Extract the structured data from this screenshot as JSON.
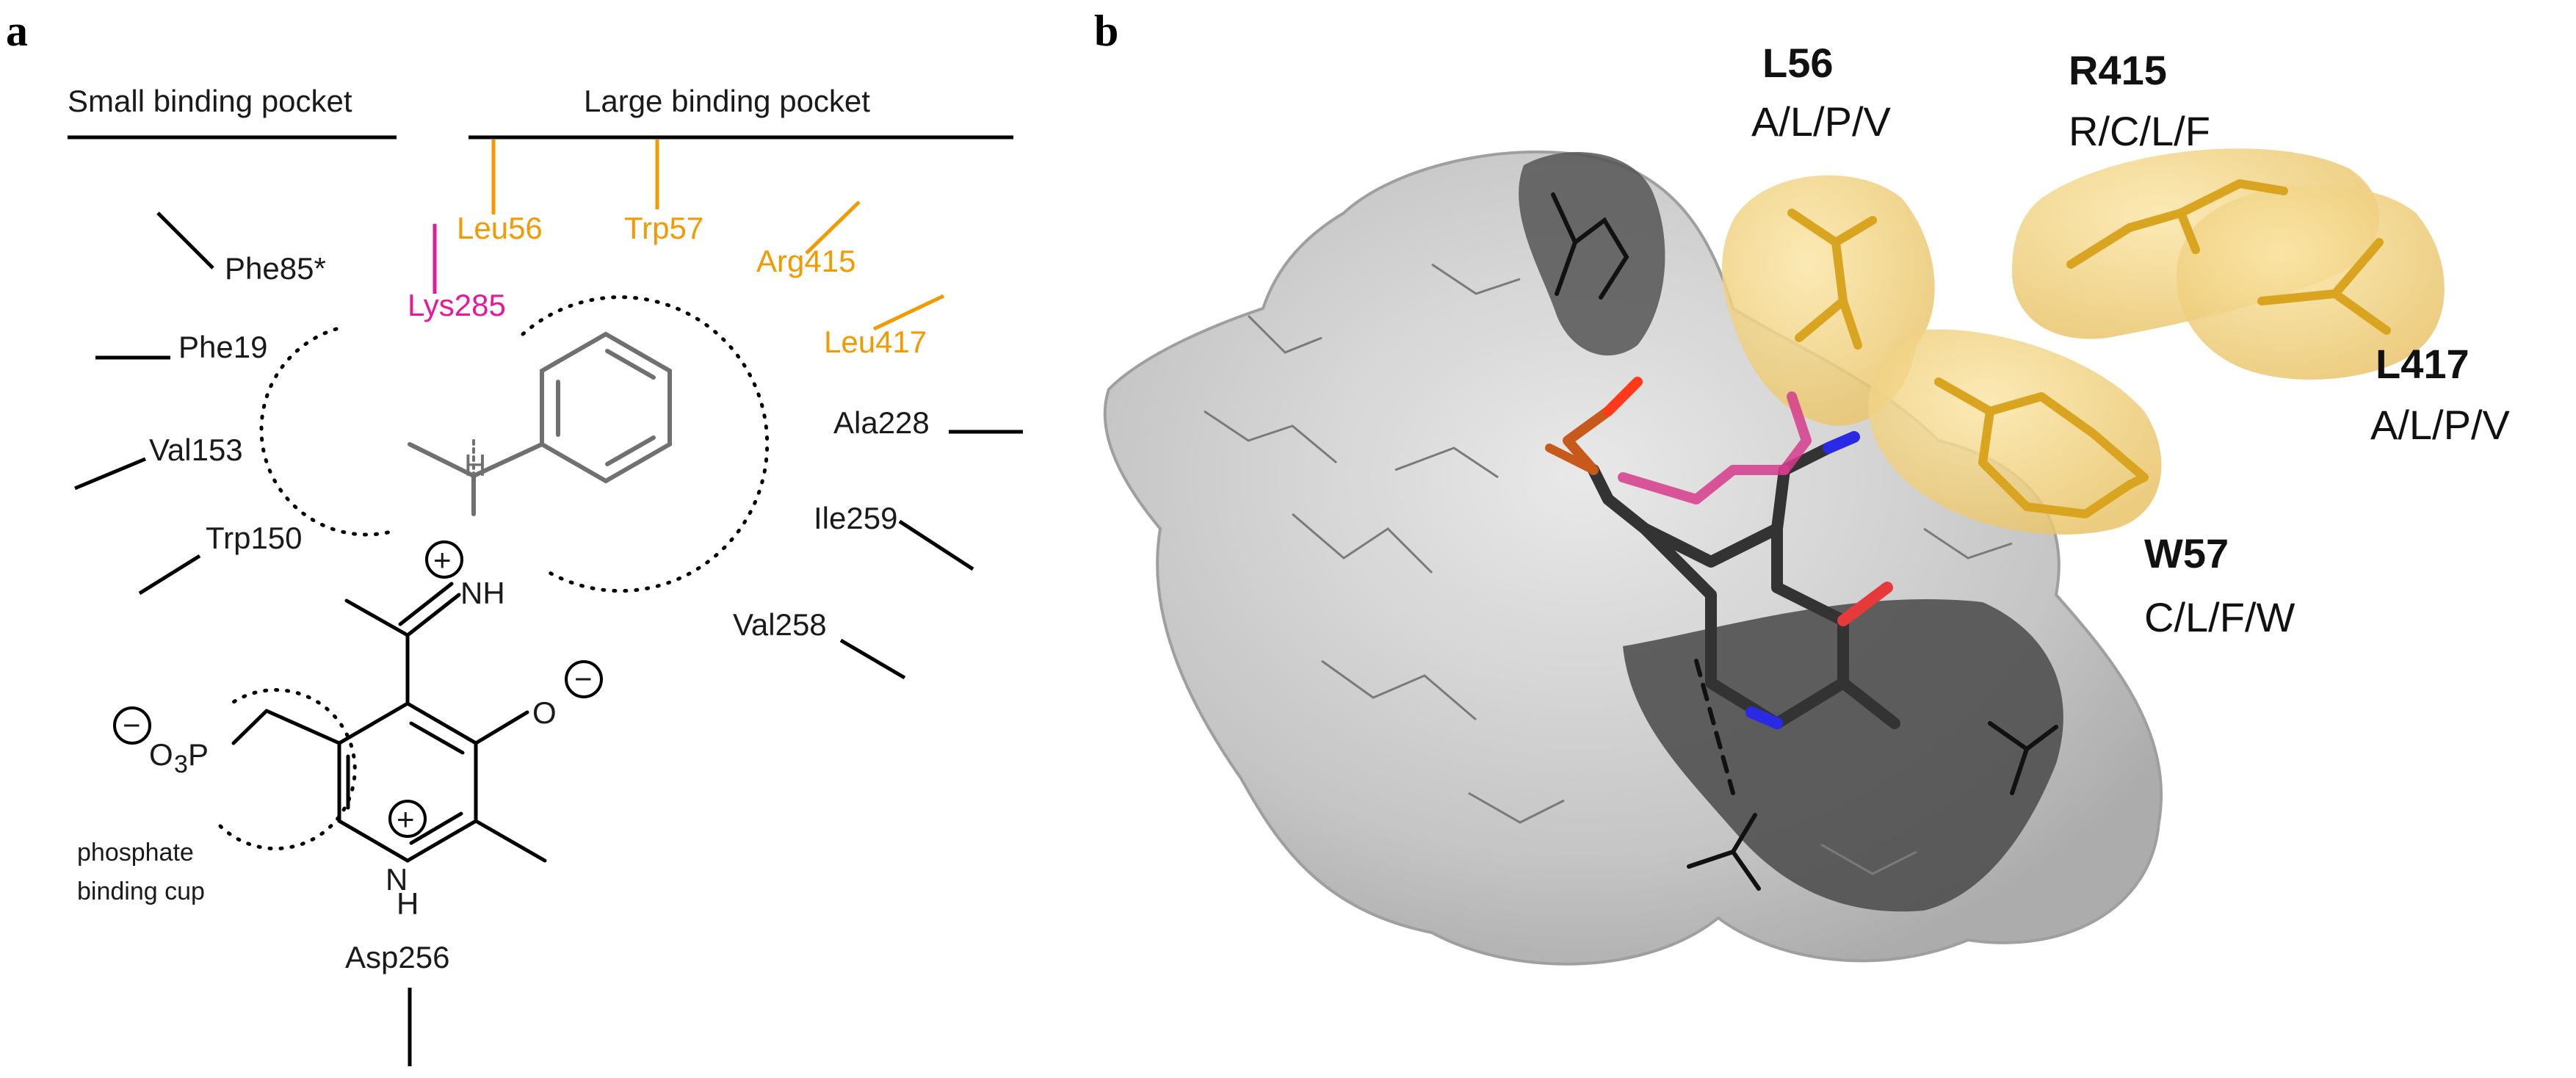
{
  "panel_a": {
    "panel_label": "a",
    "pocket_small": "Small binding pocket",
    "pocket_large": "Large binding pocket",
    "residues": {
      "phe85": "Phe85*",
      "phe19": "Phe19",
      "val153": "Val153",
      "trp150": "Trp150",
      "leu56": "Leu56",
      "trp57": "Trp57",
      "arg415": "Arg415",
      "leu417": "Leu417",
      "lys285": "Lys285",
      "ala228": "Ala228",
      "ile259": "Ile259",
      "val258": "Val258",
      "asp256": "Asp256"
    },
    "chem": {
      "h": "H",
      "nh": "NH",
      "o": "O",
      "o3p_o": "O",
      "o3p_sub": "3",
      "o3p_p": "P",
      "ring_n": "N",
      "ring_h": "H",
      "plus": "+",
      "minus": "−"
    },
    "phosphate_cup_line1": "phosphate",
    "phosphate_cup_line2": "binding cup"
  },
  "panel_b": {
    "panel_label": "b",
    "l56": {
      "name": "L56",
      "variants": "A/L/P/V"
    },
    "r415": {
      "name": "R415",
      "variants": "R/C/L/F"
    },
    "l417": {
      "name": "L417",
      "variants": "A/L/P/V"
    },
    "w57": {
      "name": "W57",
      "variants": "C/L/F/W"
    }
  },
  "colors": {
    "lys_magenta": "#e6189b",
    "large_pocket_orange": "#f29a00",
    "surface_gray": "#bdbdbd",
    "surface_dark": "#4a4a4a",
    "yellow_surface": "#f3d27a",
    "yellow_stick": "#d9a520"
  }
}
